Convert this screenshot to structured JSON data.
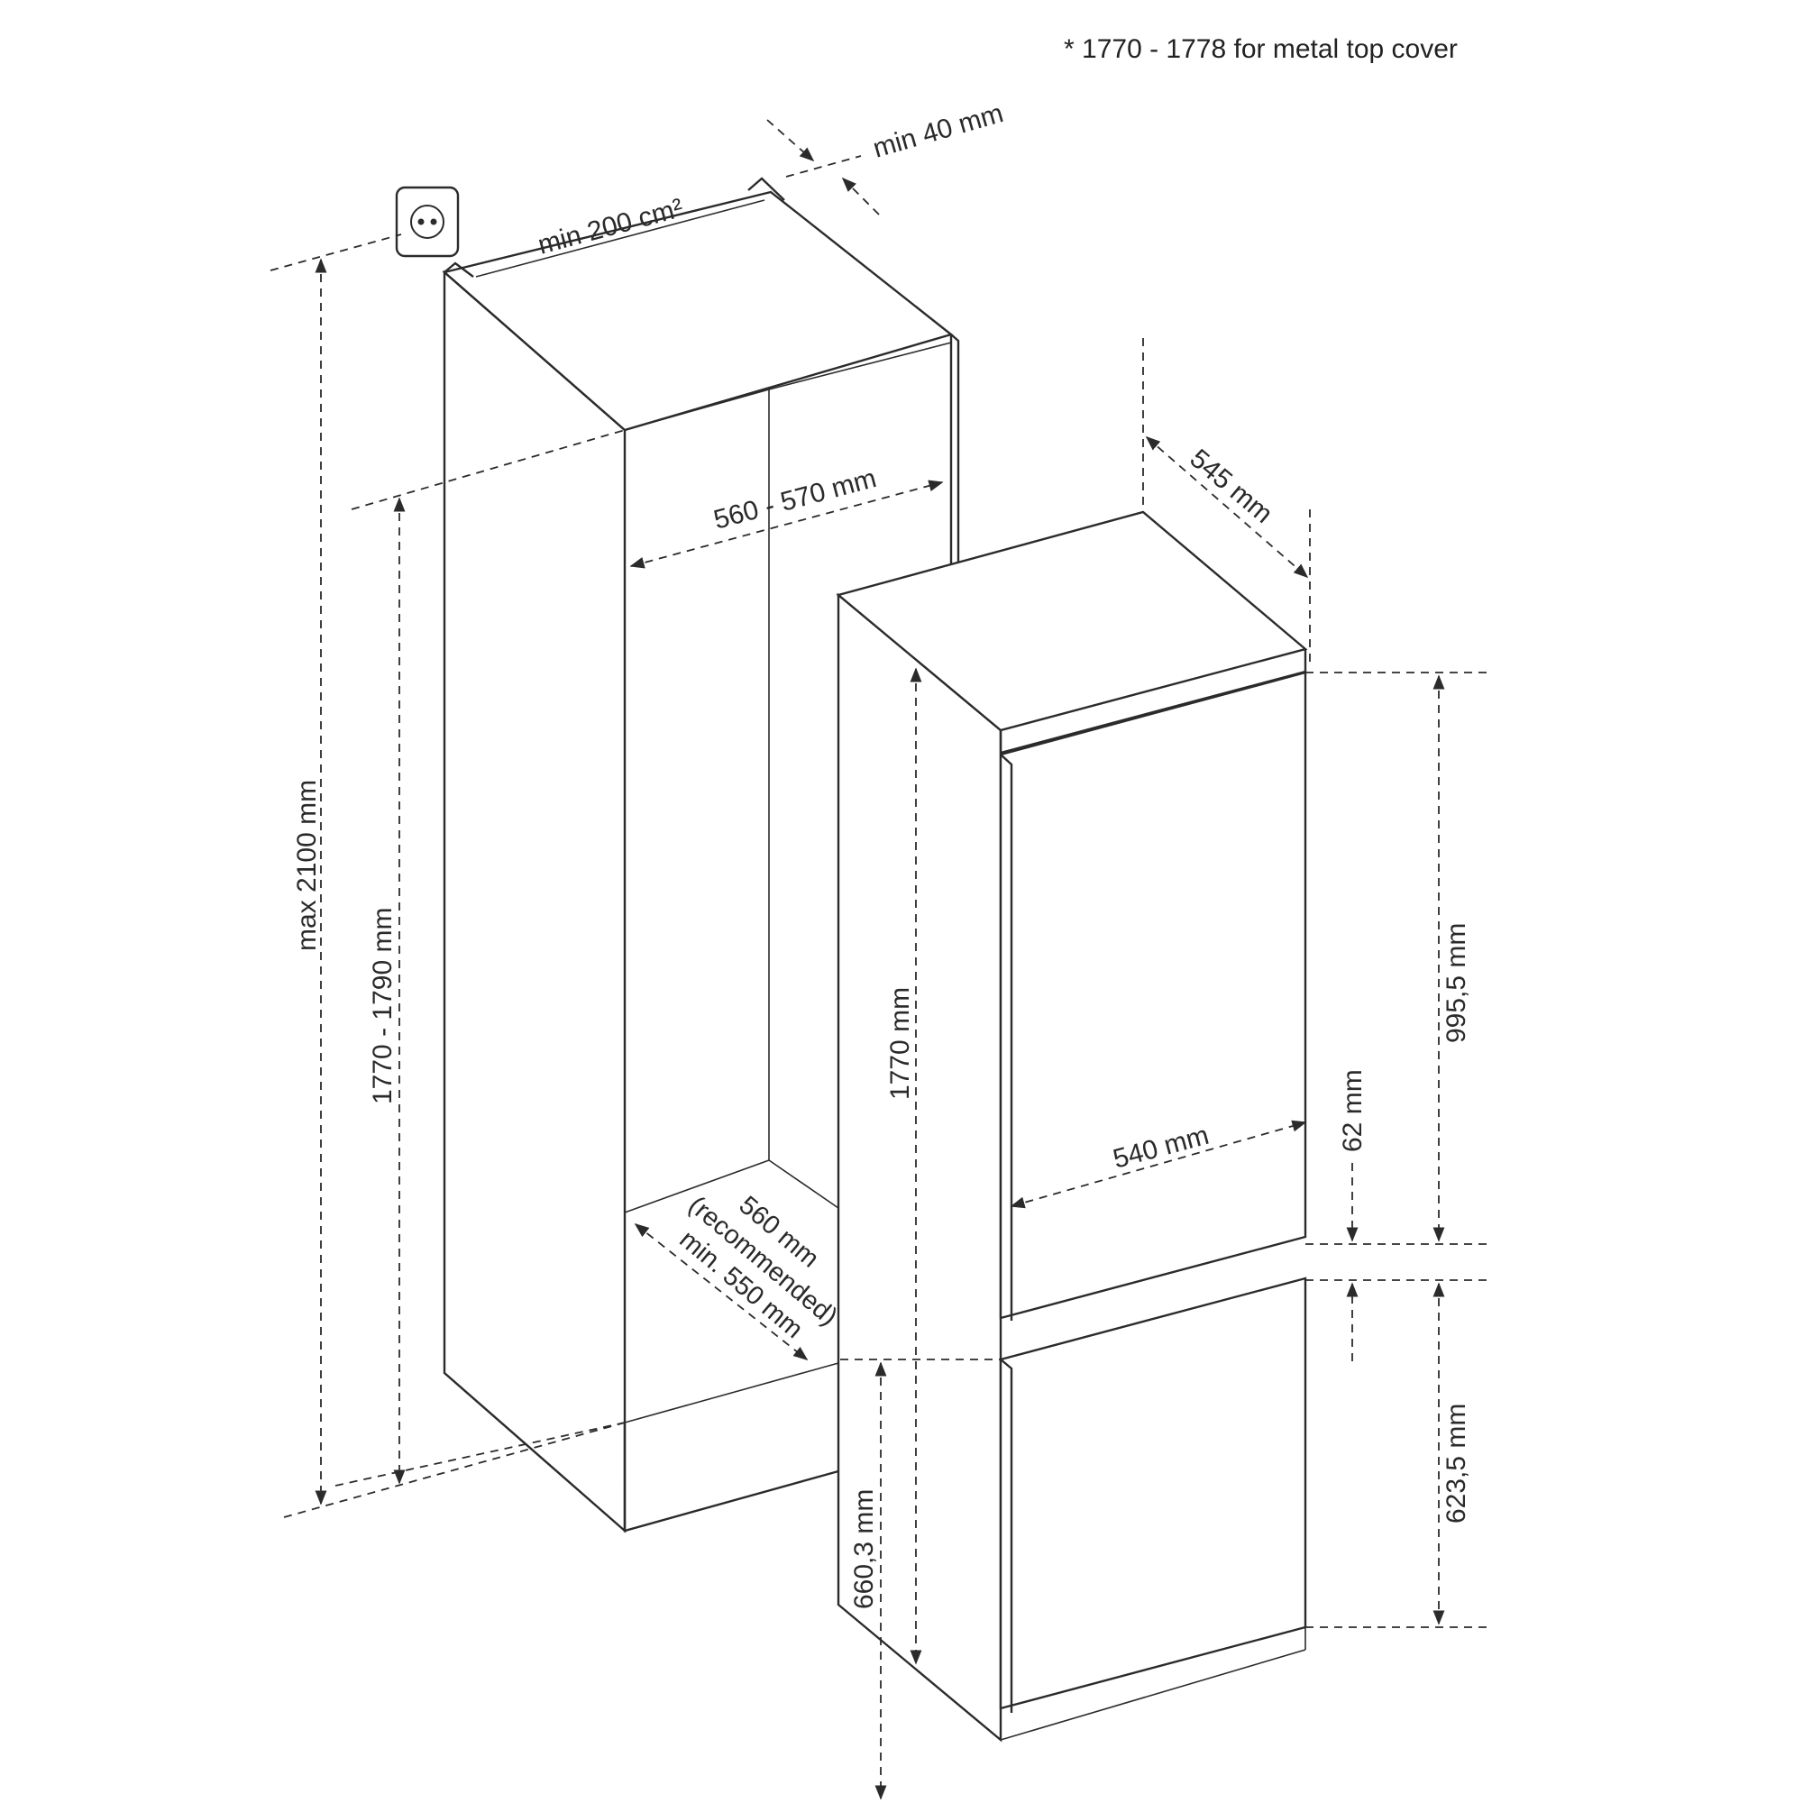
{
  "note": "* 1770 - 1778 for metal top cover",
  "labels": {
    "vent_gap": "min 40 mm",
    "vent_area": "min 200 cm²",
    "max_height": "max 2100 mm",
    "niche_height": "1770 - 1790 mm",
    "niche_width": "560 - 570 mm",
    "niche_depth_recommended": "560 mm",
    "niche_depth_recommended_note": "(recommended)",
    "niche_depth_min": "min. 550 mm",
    "appliance_depth": "545 mm",
    "appliance_height": "1770 mm",
    "appliance_width": "540 mm",
    "upper_door_height": "995,5 mm",
    "door_gap": "62 mm",
    "lower_door_height": "623,5 mm",
    "lower_section_height": "660,3 mm"
  },
  "icons": {
    "socket": "power-socket-icon"
  }
}
